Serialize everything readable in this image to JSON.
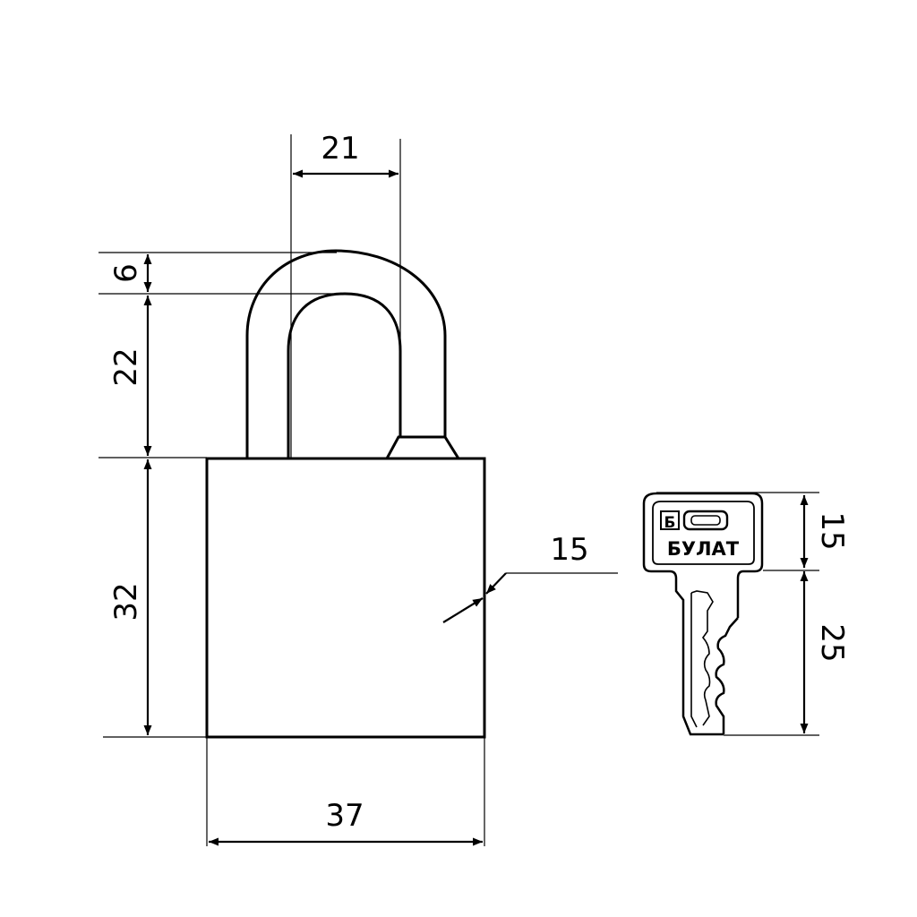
{
  "dimensions": {
    "shackle_inner_width": "21",
    "shackle_thickness": "6",
    "shackle_clearance": "22",
    "body_height": "32",
    "body_thickness": "15",
    "body_width": "37",
    "key_head_height": "15",
    "key_blade_length": "25"
  },
  "key": {
    "brand": "БУЛАТ",
    "logo_letter": "Б",
    "logo_icon": "key-brand-logo-icon"
  },
  "colors": {
    "line": "#000000",
    "background": "#ffffff"
  }
}
